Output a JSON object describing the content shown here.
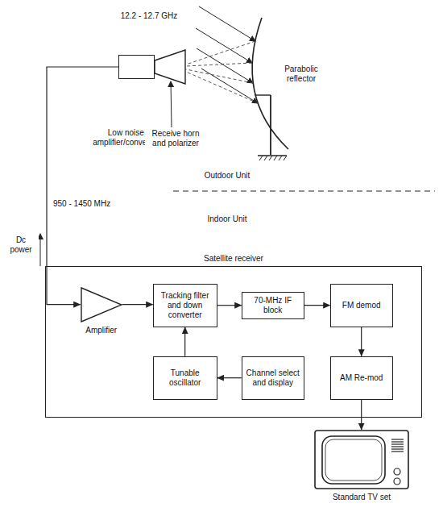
{
  "diagram": {
    "nodes": [
      {
        "text": [
          "Low noise amplifier/converter"
        ]
      },
      {
        "text": [
          "Satellite receiver"
        ]
      },
      {
        "text": [
          "Amplifier"
        ],
        "in": 1
      },
      {
        "text": [
          "Tracking filter and down converter"
        ],
        "in": 1
      },
      {
        "text": [
          "70-MHz IF block"
        ],
        "in": 1
      },
      {
        "text": [
          "FM demod"
        ],
        "in": 1
      },
      {
        "text": [
          "Tunable oscillator"
        ],
        "in": 1
      },
      {
        "text": [
          "Channel select and display"
        ],
        "in": 1
      },
      {
        "text": [
          "AM Re-mod"
        ],
        "in": 1
      },
      {
        "text": [
          "Standard TV set"
        ]
      }
    ],
    "edges": [
      {
        "from": 0,
        "to": 2,
        "arrow": "to"
      },
      {
        "from": 2,
        "to": 3,
        "arrow": "to"
      },
      {
        "from": 3,
        "to": 4,
        "arrow": "to"
      },
      {
        "from": 4,
        "to": 5,
        "arrow": "to"
      },
      {
        "from": 5,
        "to": 8,
        "arrow": "to"
      },
      {
        "from": 8,
        "to": 9,
        "arrow": "to"
      },
      {
        "from": 7,
        "to": 6,
        "arrow": "to"
      },
      {
        "from": 6,
        "to": 3,
        "arrow": "to"
      }
    ],
    "labels": [
      "12.2 - 12.7 GHz",
      "Parabolic reflector",
      "Receive horn and polarizer",
      "Outdoor Unit",
      "950 - 1450 MHz",
      "Indoor Unit",
      "Dc power"
    ]
  }
}
